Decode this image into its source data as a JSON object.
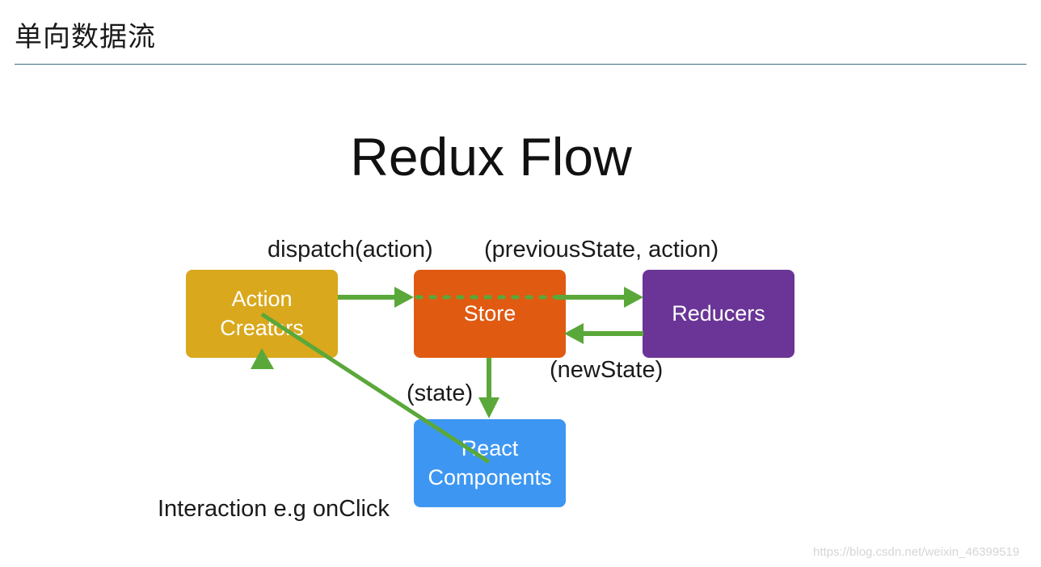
{
  "header": {
    "title": "单向数据流"
  },
  "diagram": {
    "title": "Redux Flow",
    "nodes": {
      "action_creators": {
        "line1": "Action",
        "line2": "Creators"
      },
      "store": {
        "label": "Store"
      },
      "reducers": {
        "label": "Reducers"
      },
      "react_components": {
        "line1": "React",
        "line2": "Components"
      }
    },
    "edge_labels": {
      "dispatch": "dispatch(action)",
      "previous_state": "(previousState, action)",
      "new_state": "(newState)",
      "state": "(state)",
      "interaction": "Interaction e.g onClick"
    }
  },
  "watermark": "https://blog.csdn.net/weixin_46399519",
  "colors": {
    "action_creators": "#d9a81d",
    "store": "#e05a12",
    "reducers": "#6a3596",
    "react_components": "#3d97f2",
    "arrow": "#5aa83a",
    "header_rule": "#3d6f80"
  }
}
